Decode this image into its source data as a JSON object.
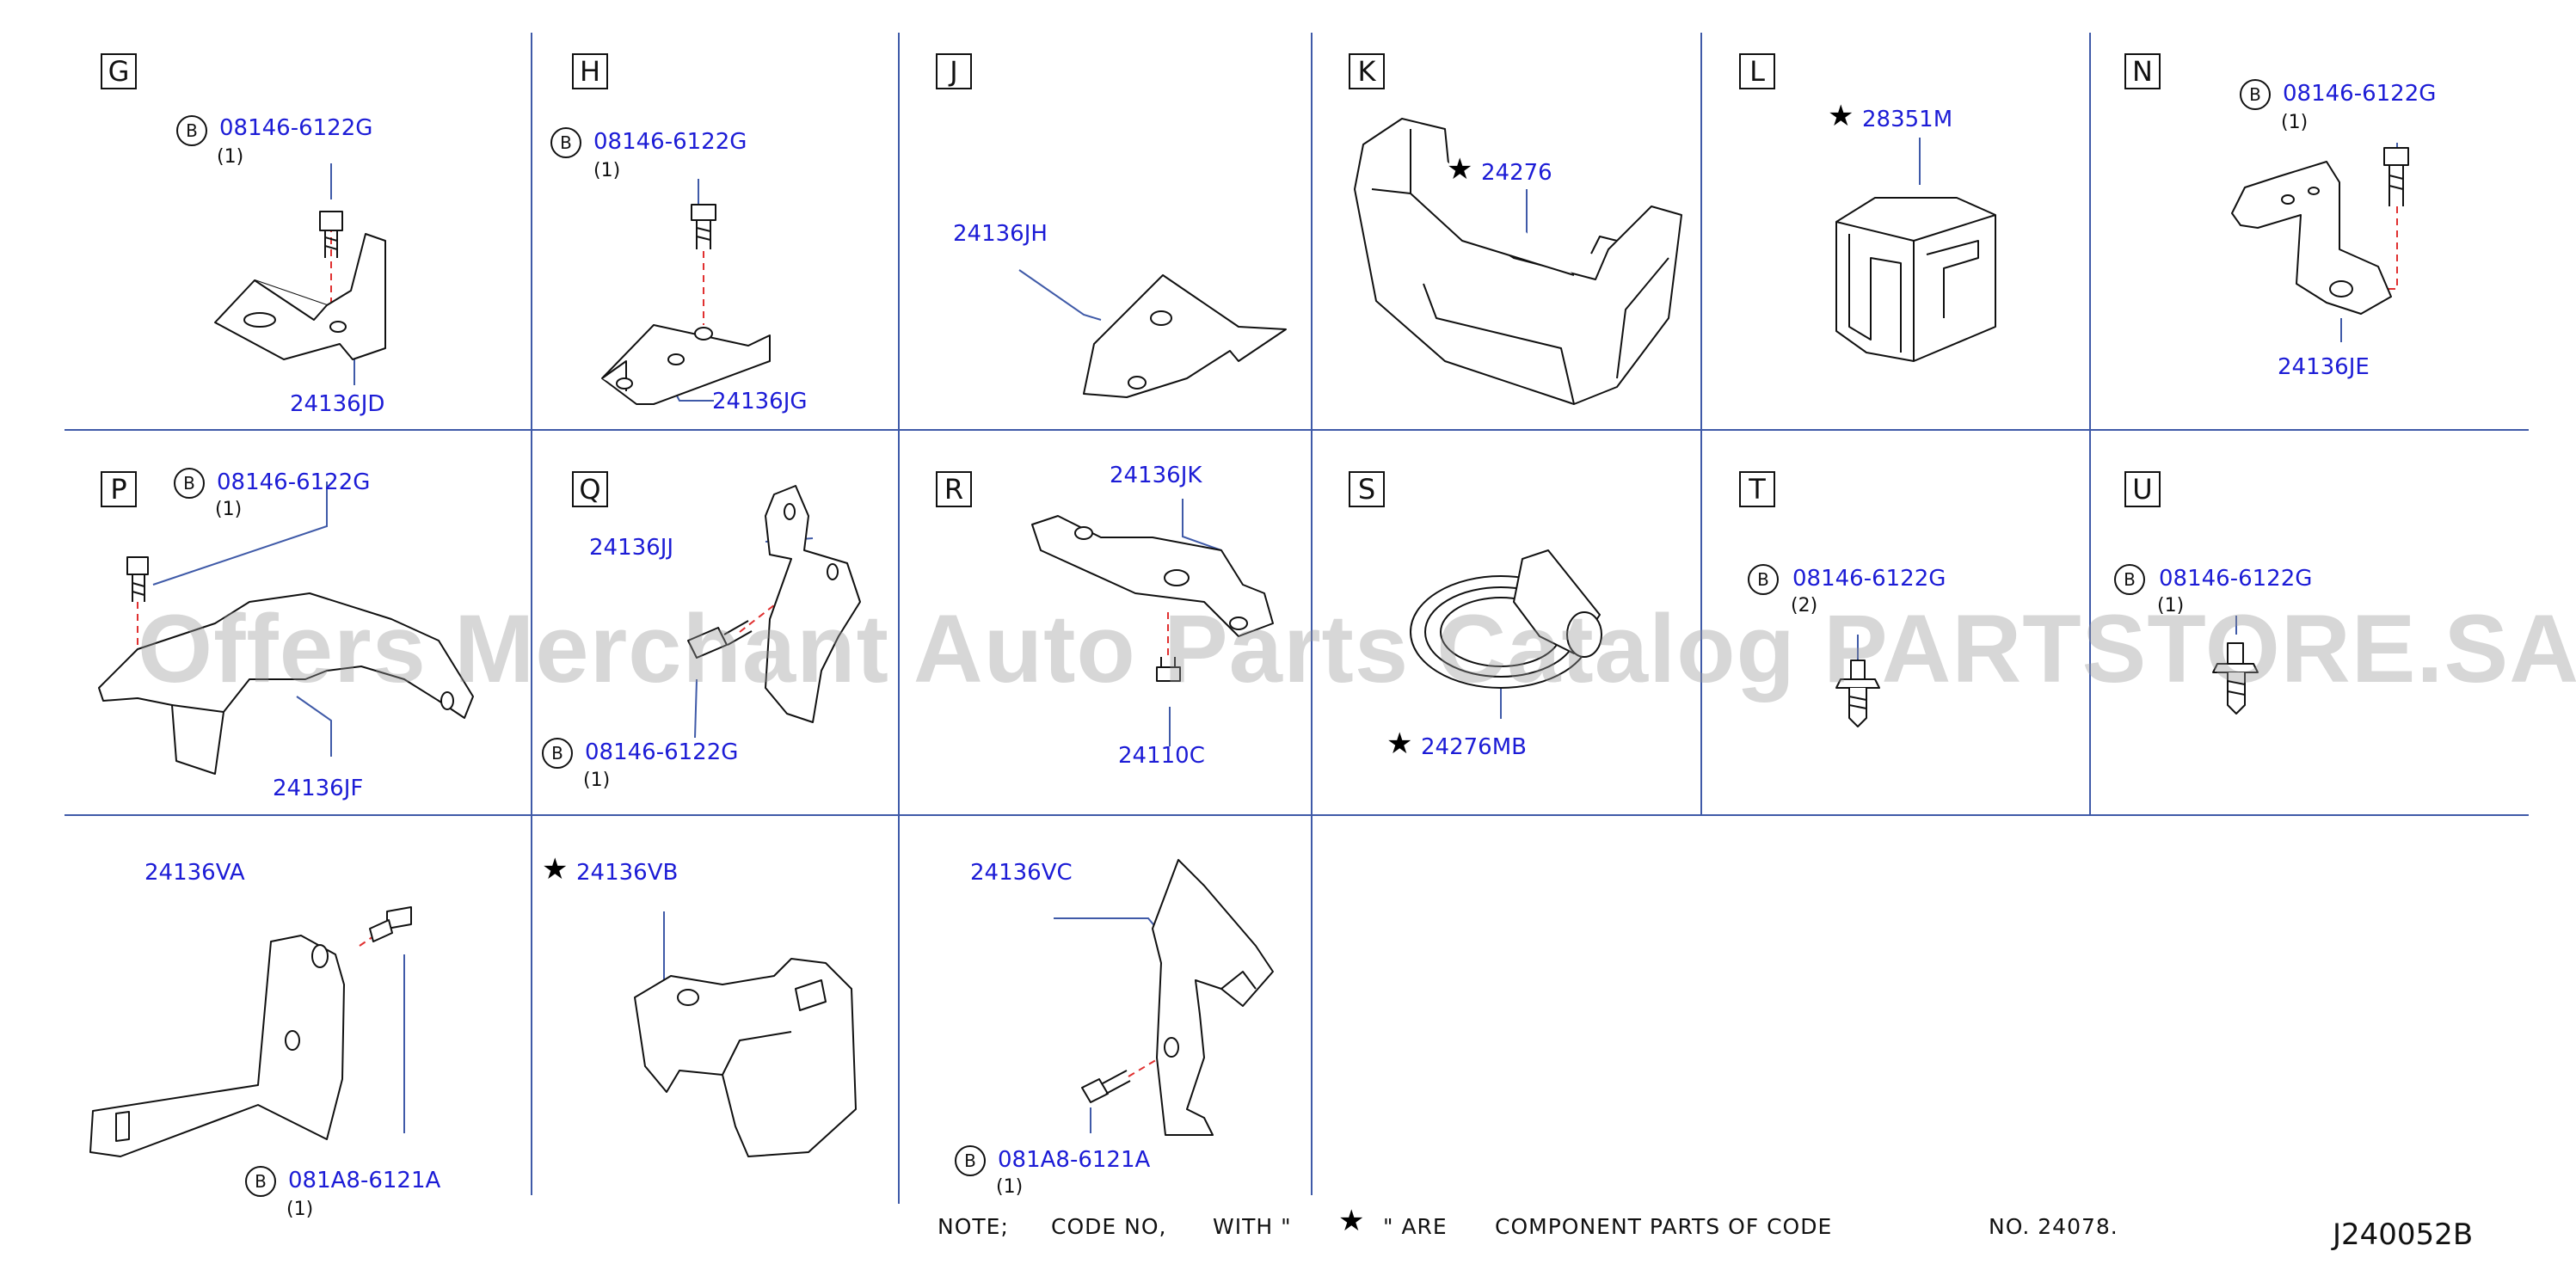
{
  "note": {
    "prefix": "NOTE;",
    "w1": "CODE NO,",
    "w2": "WITH \"",
    "w3": "\" ARE",
    "w4": "COMPONENT PARTS OF CODE",
    "w5": "NO. 24078."
  },
  "diagram_code": "J240052B",
  "watermark": "Offers Merchant Auto Parts Catalog PARTSTORE.SA",
  "bolt_marker": "B",
  "colors": {
    "part_number": "#1c1cd6",
    "divider": "#3f5aa8",
    "leader_dash": "#e03030"
  },
  "sections": {
    "G": {
      "letter": "G",
      "bolt": "08146-6122G",
      "qty": "(1)",
      "part": "24136JD"
    },
    "H": {
      "letter": "H",
      "bolt": "08146-6122G",
      "qty": "(1)",
      "part": "24136JG"
    },
    "J": {
      "letter": "J",
      "part": "24136JH"
    },
    "K": {
      "letter": "K",
      "part": "24276"
    },
    "L": {
      "letter": "L",
      "part": "28351M"
    },
    "N": {
      "letter": "N",
      "bolt": "08146-6122G",
      "qty": "(1)",
      "part": "24136JE"
    },
    "P": {
      "letter": "P",
      "bolt": "08146-6122G",
      "qty": "(1)",
      "part": "24136JF"
    },
    "Q": {
      "letter": "Q",
      "bolt": "08146-6122G",
      "qty": "(1)",
      "part": "24136JJ"
    },
    "R": {
      "letter": "R",
      "part": "24136JK",
      "part2": "24110C"
    },
    "S": {
      "letter": "S",
      "part": "24276MB"
    },
    "T": {
      "letter": "T",
      "bolt": "08146-6122G",
      "qty": "(2)"
    },
    "U": {
      "letter": "U",
      "bolt": "08146-6122G",
      "qty": "(1)"
    },
    "VA": {
      "part": "24136VA",
      "bolt": "081A8-6121A",
      "qty": "(1)"
    },
    "VB": {
      "part": "24136VB"
    },
    "VC": {
      "part": "24136VC",
      "bolt": "081A8-6121A",
      "qty": "(1)"
    }
  }
}
